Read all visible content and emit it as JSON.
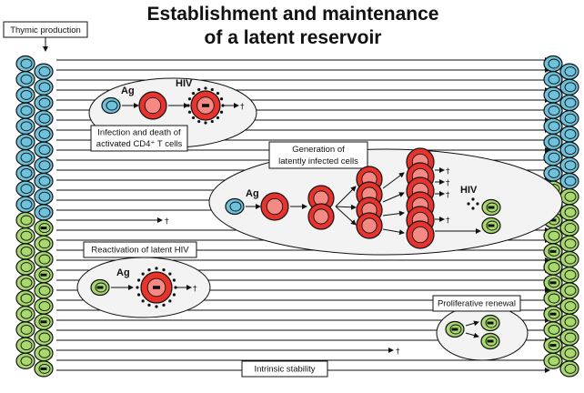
{
  "title": {
    "line1": "Establishment and maintenance",
    "line2": "of a latent reservoir"
  },
  "labels": {
    "thymic": "Thymic production",
    "infection_line1": "Infection and death of",
    "infection_line2": "activated CD4⁺ T cells",
    "generation_line1": "Generation of",
    "generation_line2": "latently infected cells",
    "reactivation": "Reactivation of latent HIV",
    "proliferative": "Proliferative renewal",
    "intrinsic": "Intrinsic stability"
  },
  "marks": {
    "antigen": "Ag",
    "virus": "HIV",
    "dagger": "†"
  },
  "colors": {
    "naive_cell": "#6fc2dc",
    "memory_cell": "#a8d86e",
    "activated_cell": "#e8332c",
    "activated_nucleus": "#f58a84",
    "outline": "#111111",
    "bubble_fill": "#f3f3f3"
  }
}
